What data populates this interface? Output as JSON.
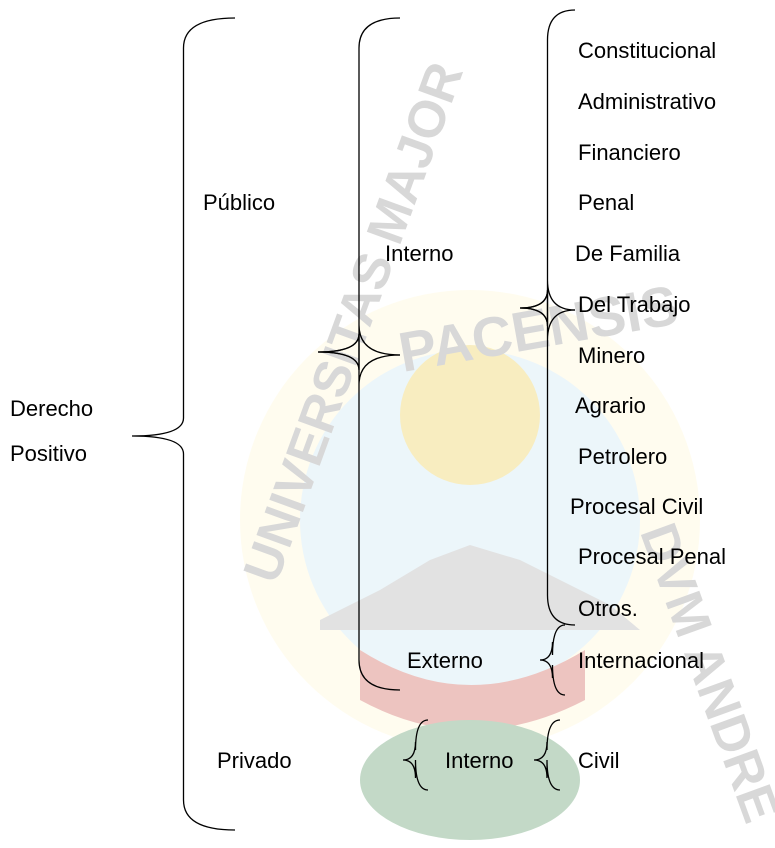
{
  "watermark": {
    "text_top": "PACENSIS",
    "text_left": "UNIVERSITAS MAJOR",
    "text_right": "DVM ANDRE",
    "colors": {
      "gold": "#e8c020",
      "sky": "#bde0f0",
      "red": "#c03020",
      "green": "#2a7a3a",
      "mountain": "#9a9a9a"
    }
  },
  "root": {
    "line1": "Derecho",
    "line2": "Positivo"
  },
  "level1": {
    "publico": "Público",
    "privado": "Privado"
  },
  "level2": {
    "interno": "Interno",
    "externo": "Externo",
    "privado_interno": "Interno"
  },
  "ramas_interno": [
    "Constitucional",
    "Administrativo",
    "Financiero",
    "Penal",
    "De Familia",
    "Del Trabajo",
    "Minero",
    "Agrario",
    "Petrolero",
    "Procesal Civil",
    "Procesal Penal",
    "Otros."
  ],
  "ramas_externo": [
    "Internacional"
  ],
  "ramas_privado": [
    "Civil"
  ]
}
